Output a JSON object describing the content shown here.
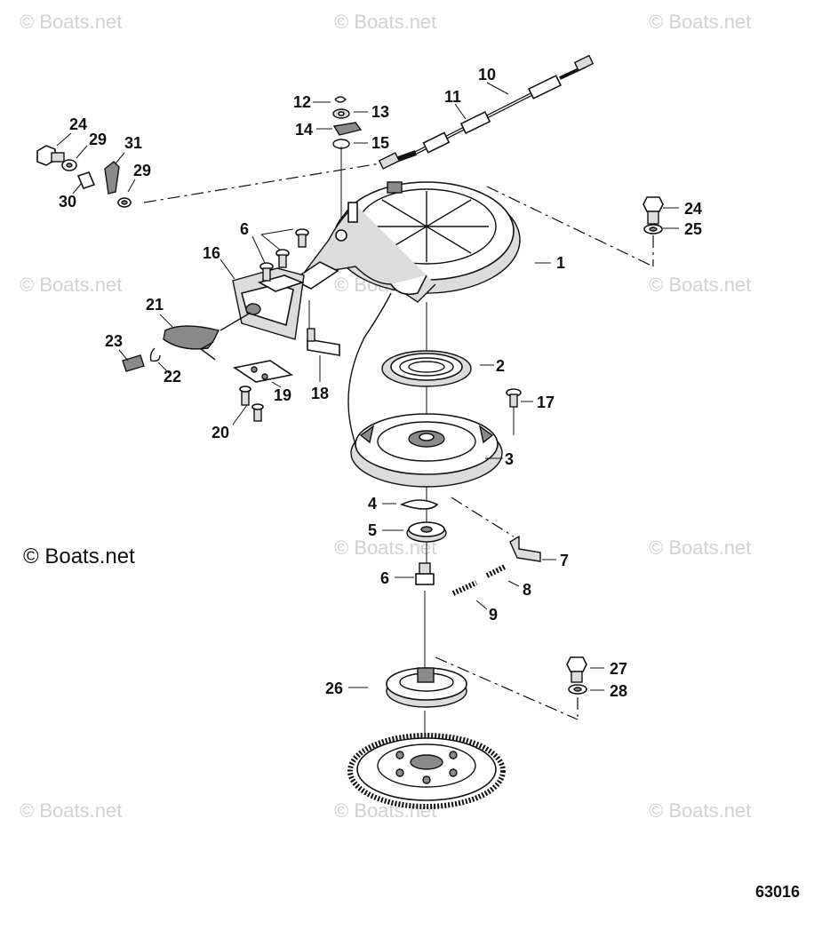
{
  "watermark_text": "© Boats.net",
  "brand_text": "© Boats.net",
  "figure_number": "63016",
  "callouts": [
    "1",
    "2",
    "3",
    "4",
    "5",
    "6",
    "6",
    "7",
    "8",
    "9",
    "10",
    "11",
    "12",
    "13",
    "14",
    "15",
    "16",
    "17",
    "18",
    "19",
    "20",
    "21",
    "22",
    "23",
    "24",
    "24",
    "25",
    "26",
    "27",
    "28",
    "29",
    "29",
    "30",
    "31"
  ]
}
